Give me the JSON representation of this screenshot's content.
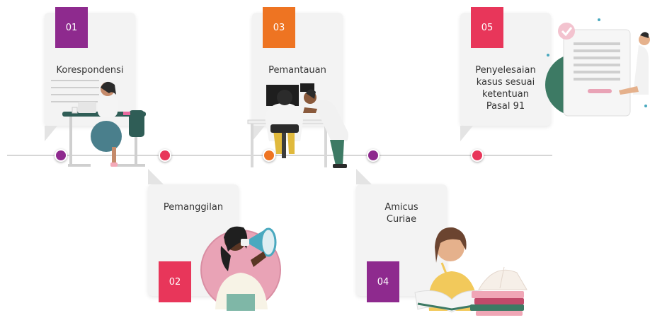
{
  "colors": {
    "purple": "#8e2a8e",
    "orange": "#ee7422",
    "red": "#e8365a",
    "line": "#d6d6d6",
    "card": "#f3f3f3"
  },
  "steps": [
    {
      "num": "01",
      "label": "Korespondensi",
      "color": "#8e2a8e"
    },
    {
      "num": "02",
      "label": "Pemanggilan",
      "color": "#e8365a"
    },
    {
      "num": "03",
      "label": "Pemantauan",
      "color": "#ee7422"
    },
    {
      "num": "04",
      "label": "Amicus\nCuriae",
      "color": "#8e2a8e"
    },
    {
      "num": "05",
      "label": "Penyelesaian\nkasus sesuai\nketentuan\nPasal 91",
      "color": "#e8365a"
    }
  ],
  "icons": [
    "office-worker-icon",
    "megaphone-person-icon",
    "coworkers-monitor-icon",
    "reading-student-icon",
    "document-approval-icon"
  ]
}
